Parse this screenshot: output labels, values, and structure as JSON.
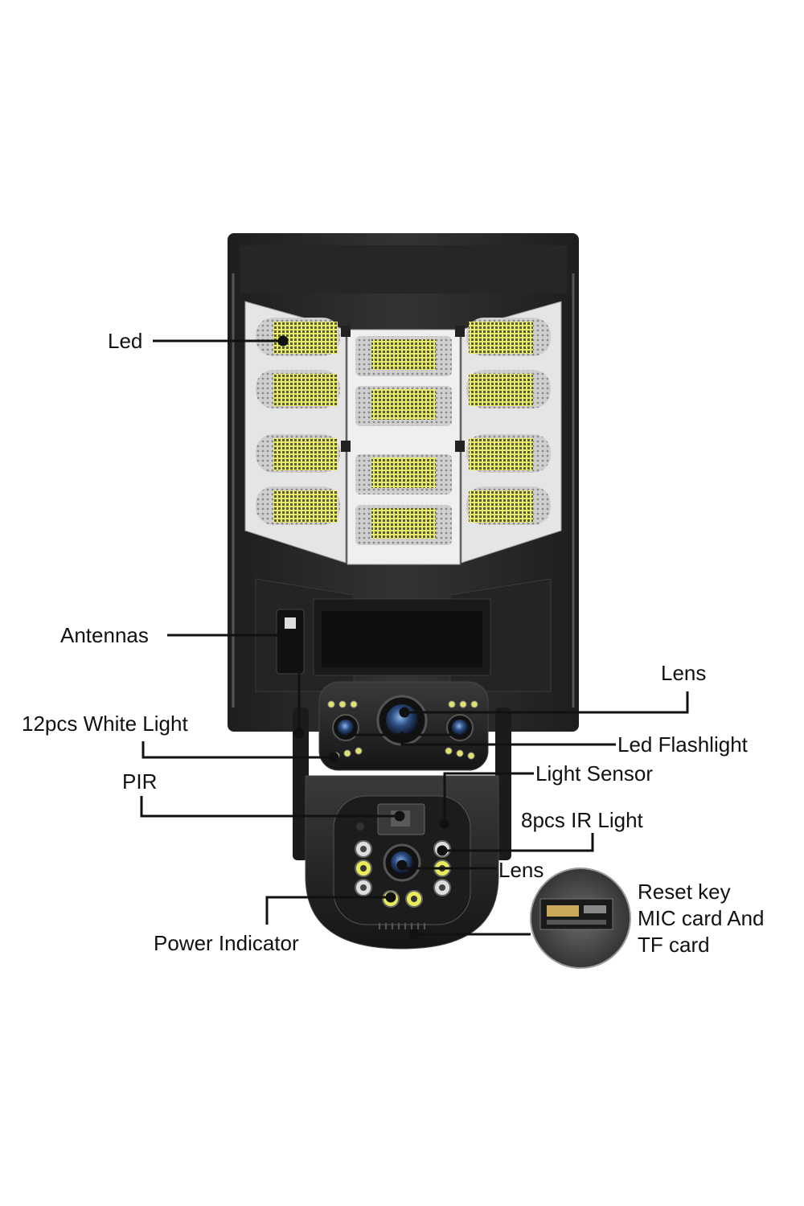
{
  "diagram": {
    "labels": {
      "led": "Led",
      "antennas": "Antennas",
      "white_light": "12pcs White Light",
      "pir": "PIR",
      "lens_top": "Lens",
      "led_flashlight": "Led Flashlight",
      "light_sensor": "Light Sensor",
      "ir_light": "8pcs IR Light",
      "lens_bottom": "Lens",
      "power_indicator": "Power Indicator",
      "reset_line1": "Reset key",
      "reset_line2": "MIC card And",
      "reset_line3": "TF card"
    }
  },
  "colors": {
    "housing": "#2b2b2b",
    "housing_dark": "#1c1c1c",
    "led_yellow": "#e9ec5a",
    "led_panel": "#d9d9d9",
    "callout_line": "#111111"
  }
}
